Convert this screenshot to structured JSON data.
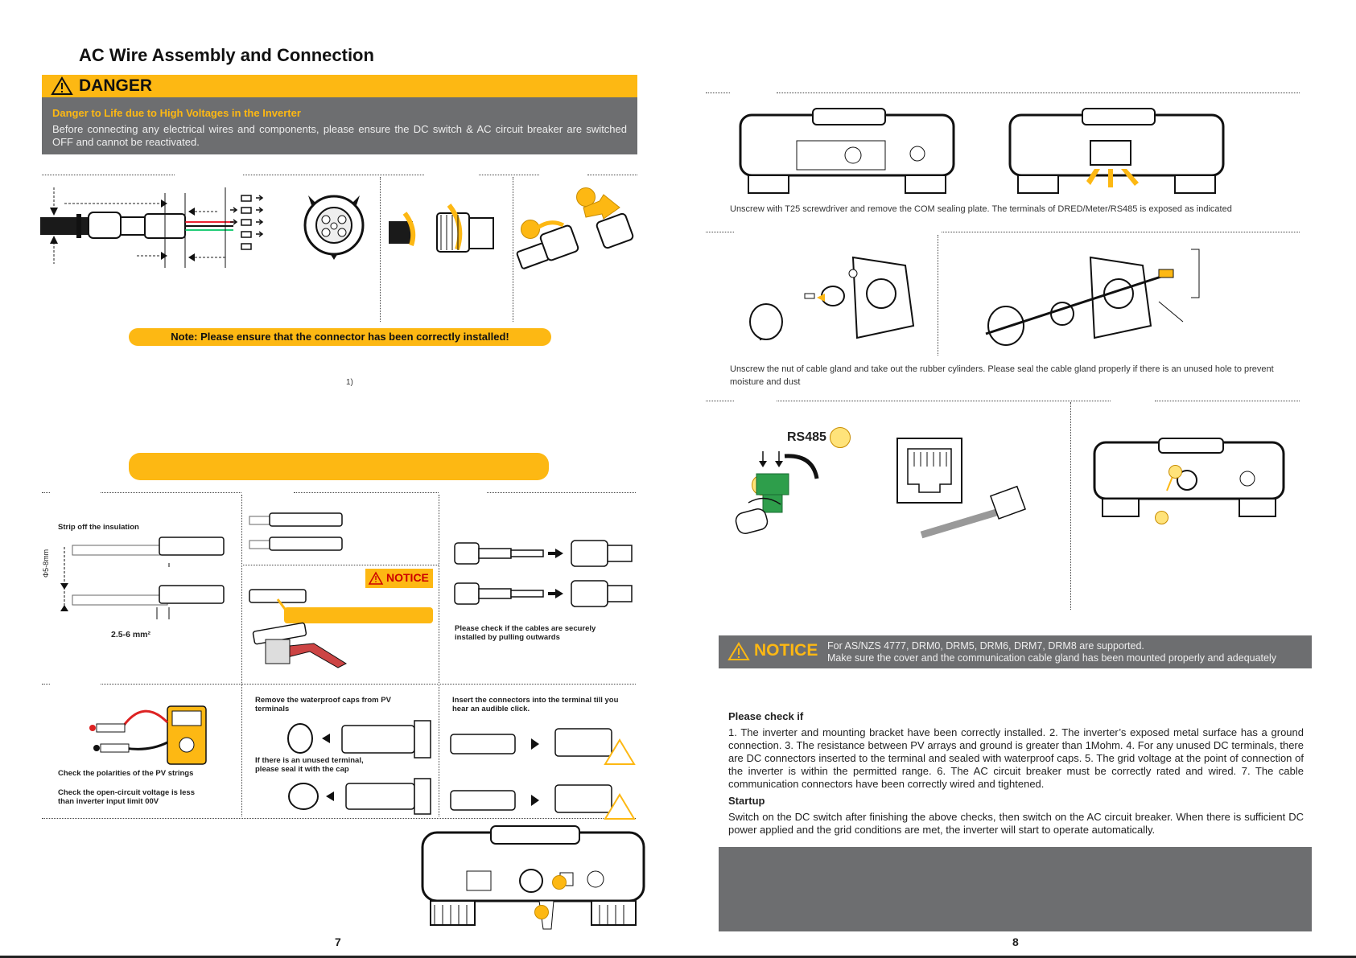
{
  "left_page": {
    "heading": "AC Wire Assembly and Connection",
    "danger": {
      "label": "DANGER",
      "subtitle": "Danger to Life due to High Voltages in the Inverter",
      "text": "Before connecting any electrical wires and components, please ensure the DC switch & AC circuit breaker are switched OFF and cannot be reactivated."
    },
    "note_pill": "Note: Please ensure that the connector has been correctly installed!",
    "footnote_marker": "1)",
    "pv": {
      "strip_label": "Strip off the insulation",
      "diameter_label": "Φ5-8mm",
      "cross_section": "2.5-6 mm²",
      "notice_label": "NOTICE",
      "pull_check": "Please check if the cables are securely installed by pulling outwards",
      "polarity_check": "Check the polarities of the PV strings",
      "voltage_check": "Check the open-circuit voltage is less than inverter input limit     00V",
      "remove_caps": "Remove the waterproof caps from PV terminals",
      "unused_terminal": "If there is an unused terminal, please seal it with the cap",
      "insert_connectors": "Insert the connectors into the terminal till you hear an audible click."
    },
    "page_number": "7"
  },
  "right_page": {
    "com_caption": "Unscrew with T25 screwdriver and remove the COM sealing plate. The terminals of DRED/Meter/RS485 is exposed as indicated",
    "gland_caption": "Unscrew the nut of cable gland and take out the rubber cylinders. Please seal the cable gland properly if there is an unused hole to prevent moisture and dust",
    "rs485_label": "RS485",
    "notice": {
      "label": "NOTICE",
      "line1": "For AS/NZS 4777, DRM0, DRM5, DRM6, DRM7, DRM8 are supported.",
      "line2": "Make sure the cover and the communication cable gland has been mounted properly and adequately"
    },
    "check_heading": "Please check if",
    "check_text": "1. The inverter and mounting bracket have been correctly installed. 2. The inverter’s exposed metal surface has a ground connection. 3. The resistance between PV arrays and ground is greater than 1Mohm. 4. For any unused DC terminals, there are DC connectors inserted to the terminal and sealed with waterproof caps. 5. The grid voltage at the point of connection of the inverter is within the permitted range. 6. The AC circuit breaker must be correctly rated and wired. 7. The cable communication connectors have been correctly wired and tightened.",
    "startup_heading": "Startup",
    "startup_text": "Switch on the DC switch after finishing the above checks, then switch on the AC circuit breaker. When there is sufficient DC power applied and the grid conditions are met, the inverter will start to operate automatically.",
    "page_number": "8"
  },
  "colors": {
    "accent": "#fdb813",
    "panel_gray": "#6d6e70",
    "green_connector": "#2e9e4b"
  }
}
